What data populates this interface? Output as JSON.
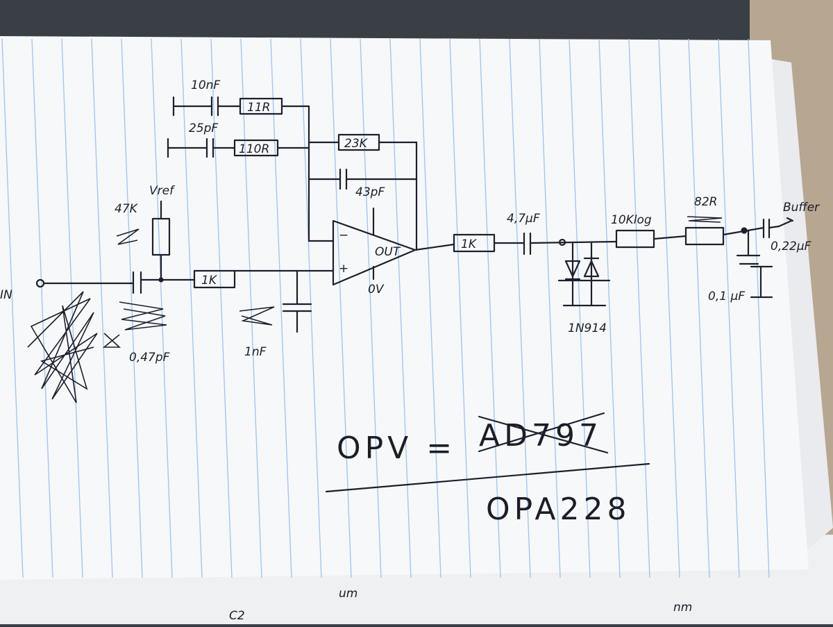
{
  "labels": {
    "c_10nf": "10nF",
    "r_11r": "11R",
    "c_25pf": "25pF",
    "r_110r": "110R",
    "r_23k": "23K",
    "c_43pf": "43pF",
    "vref": "Vref",
    "r_47k": "47K",
    "input": "IN",
    "c_047pf": "0,47pF",
    "r_1k_in": "1K",
    "c_1nf": "1nF",
    "minus": "−",
    "plus": "+",
    "out": "OUT",
    "gnd": "0V",
    "r_1k_out": "1K",
    "c_47uf": "4,7µF",
    "diodes": "1N914",
    "r_10klog": "10Klog",
    "r_82r": "82R",
    "buffer": "Buffer",
    "c_022uf": "0,22µF",
    "c_01uf": "0,1 µF",
    "opv_label": "OPV =",
    "opv_struck": "AD797",
    "opv_part": "OPA228",
    "back_left": "C2",
    "back_mid": "um",
    "back_right": "nm"
  },
  "colors": {
    "paper": "#f7f8fa",
    "rule": "#9cc3ee",
    "margin": "#e6a3a3",
    "ink": "#1e1e2c",
    "fabric": "#3a3e45",
    "table": "#b7a690"
  }
}
